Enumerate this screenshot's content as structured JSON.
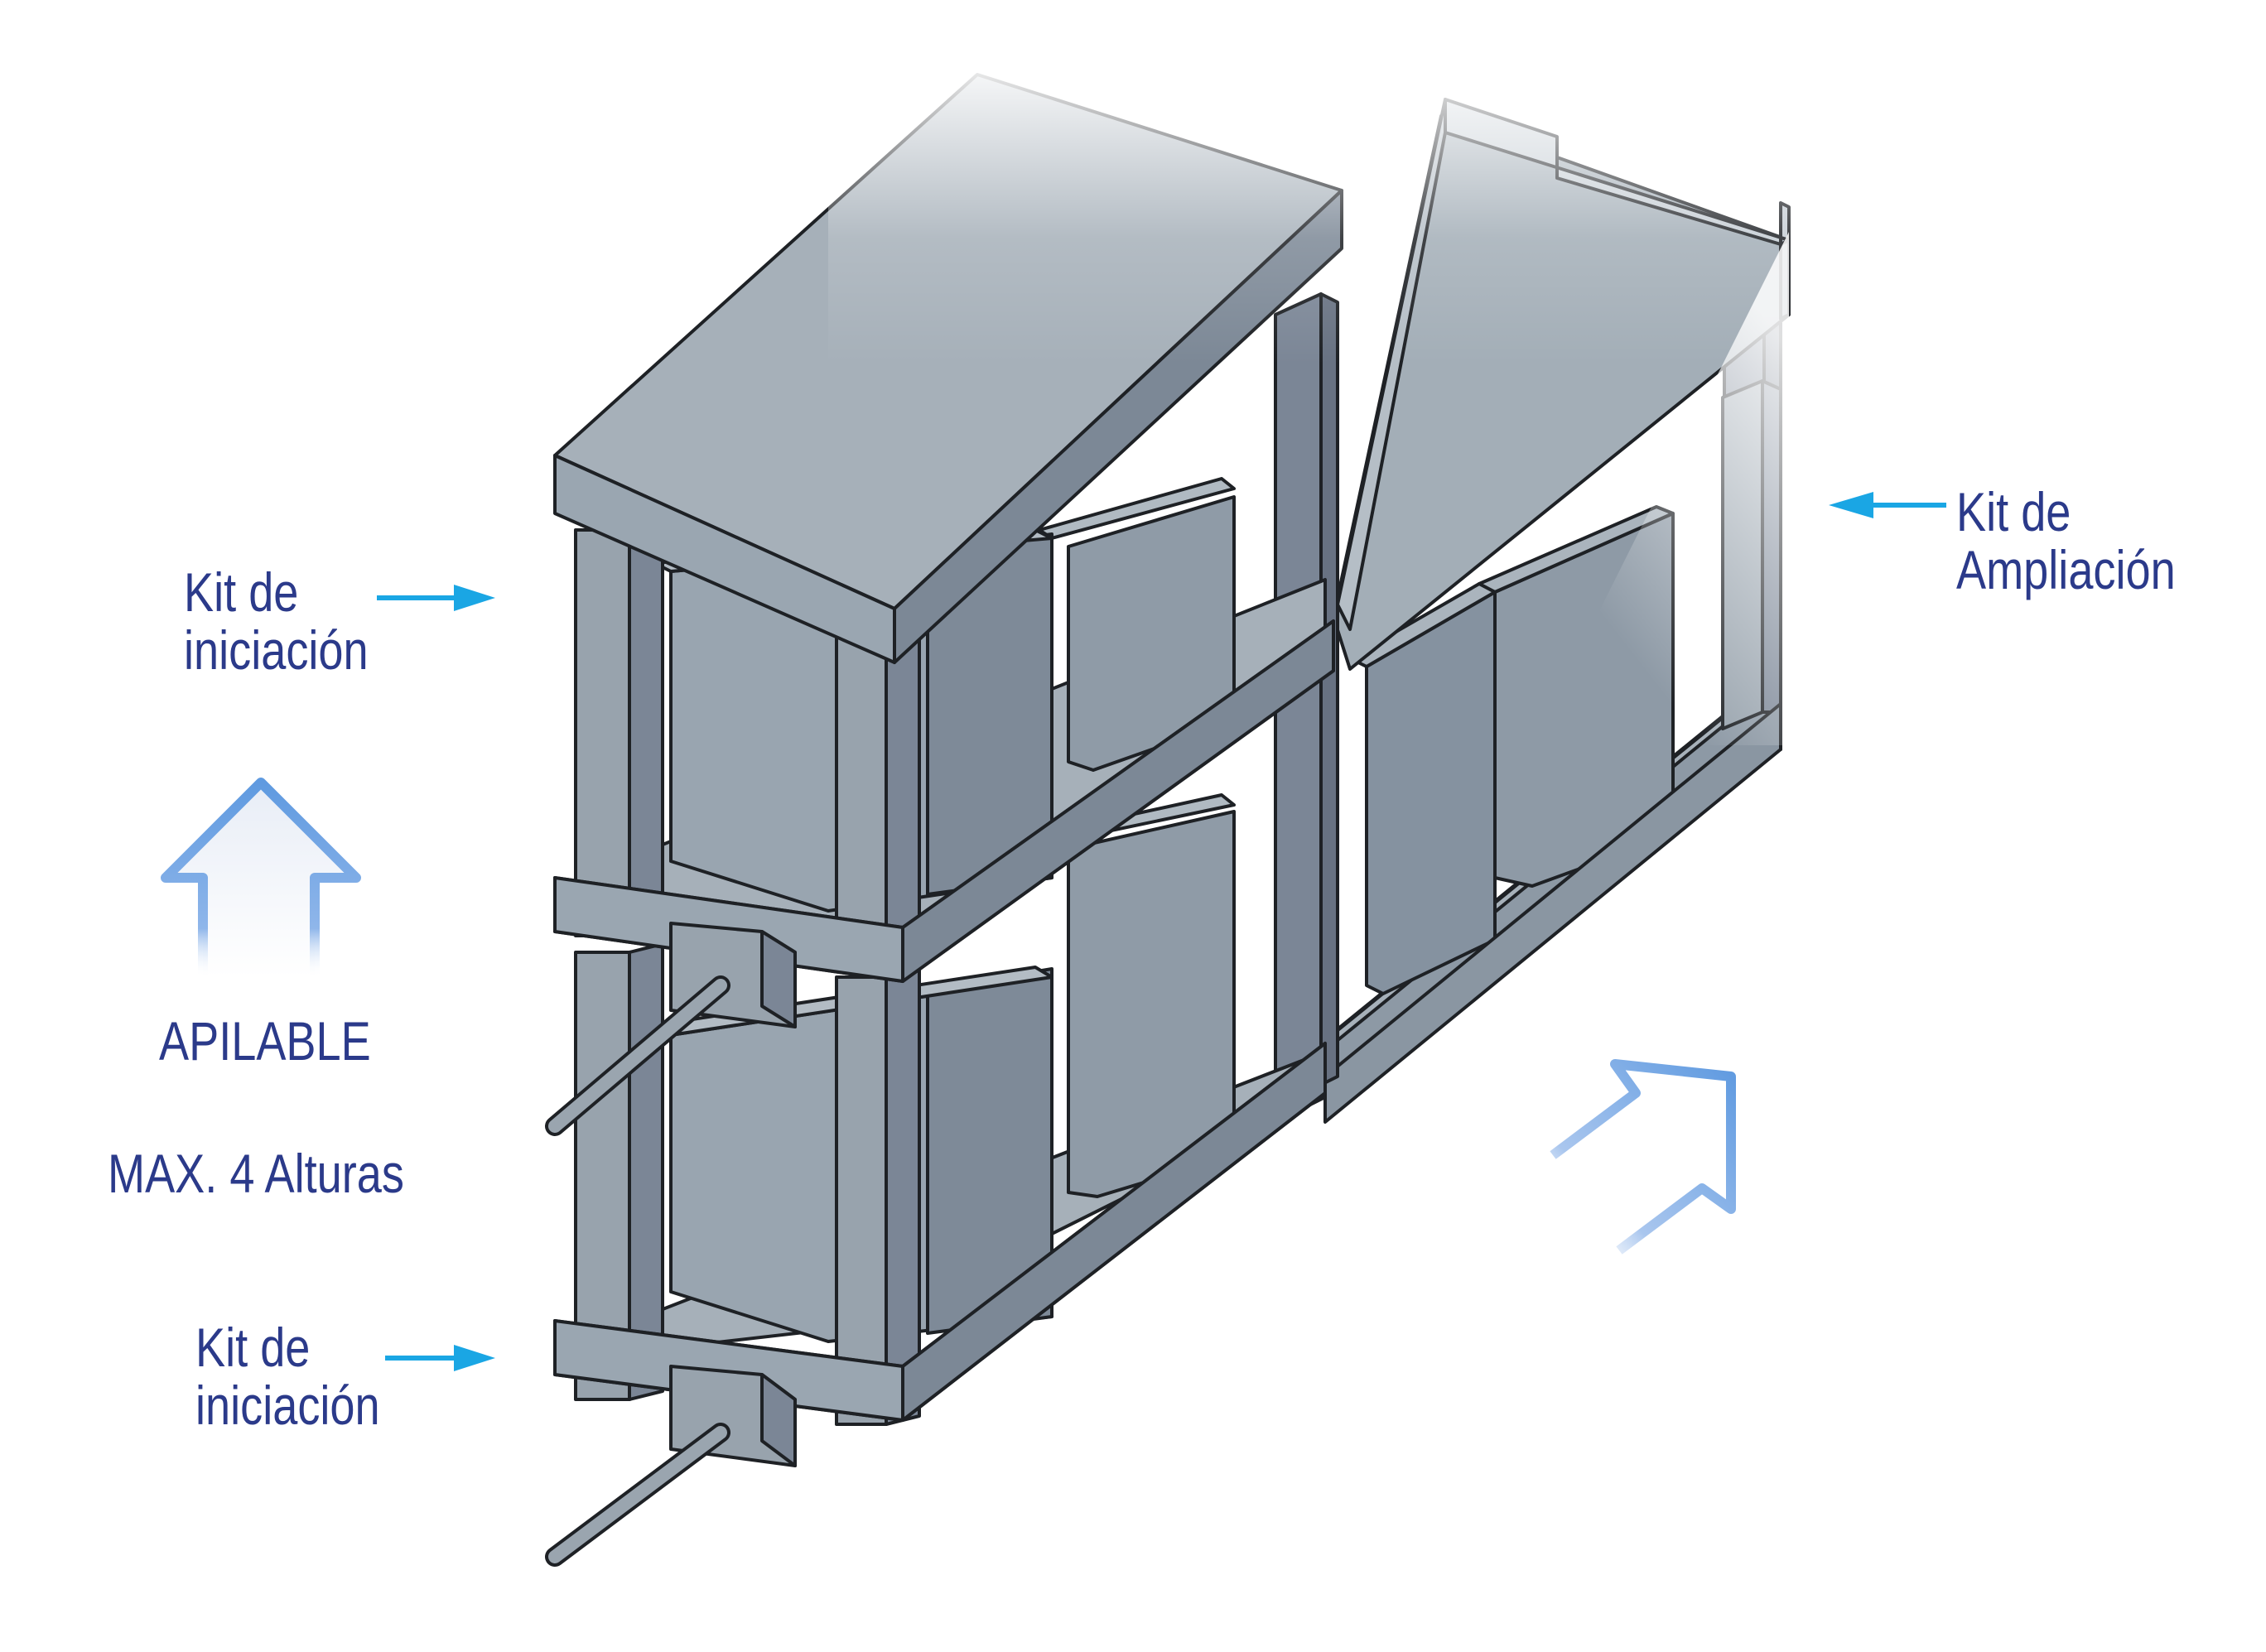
{
  "labels": {
    "kit_iniciacion_top": {
      "line1": "Kit de",
      "line2": "iniciación"
    },
    "kit_iniciacion_bottom": {
      "line1": "Kit de",
      "line2": "iniciación"
    },
    "kit_ampliacion": {
      "line1": "Kit de",
      "line2": "Ampliación"
    },
    "apilable": "APILABLE",
    "max_alturas": "MAX. 4 Alturas"
  },
  "colors": {
    "label_text": "#2b3a8a",
    "pointer_arrow": "#1aa6e4",
    "stack_arrow": "#5f9ae0",
    "shelf_top": "#a8b3bb",
    "shelf_front": "#8d99a5",
    "post": "#7b8696",
    "bin": "#8e9aa6",
    "outline": "#1e2125"
  },
  "icons": {
    "stack_up": "arrow-up-icon",
    "extend_diagonal": "arrow-up-right-icon",
    "pointer": "arrow-right-icon"
  }
}
